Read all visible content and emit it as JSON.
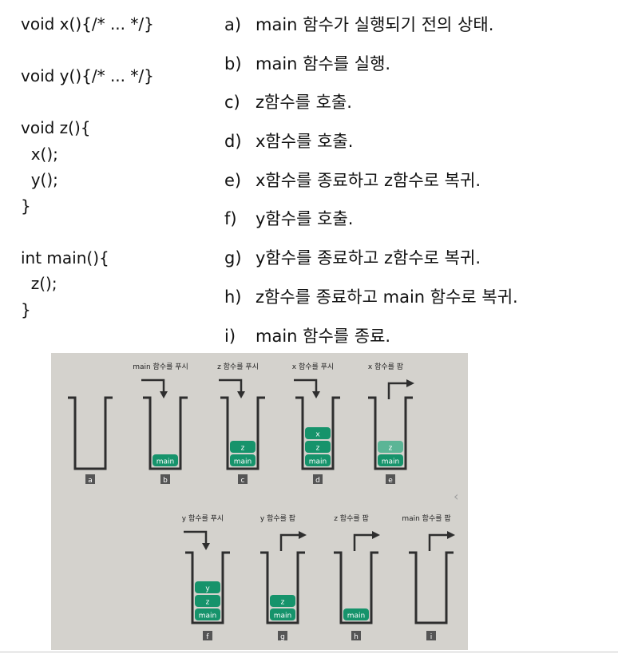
{
  "code": {
    "lines": [
      "void x(){/* ... */}",
      "",
      "void y(){/* ... */}",
      "",
      "void z(){",
      "  x();",
      "  y();",
      "}",
      "",
      "int main(){",
      "  z();",
      "}"
    ]
  },
  "steps": [
    {
      "letter": "a)",
      "text": "main 함수가 실행되기 전의 상태."
    },
    {
      "letter": "b)",
      "text": "main 함수를 실행."
    },
    {
      "letter": "c)",
      "text": "z함수를 호출."
    },
    {
      "letter": "d)",
      "text": "x함수를 호출."
    },
    {
      "letter": "e)",
      "text": "x함수를 종료하고 z함수로 복귀."
    },
    {
      "letter": "f)",
      "text": "y함수를 호출."
    },
    {
      "letter": "g)",
      "text": "y함수를 종료하고 z함수로 복귀."
    },
    {
      "letter": "h)",
      "text": "z함수를 종료하고 main 함수로 복귀."
    },
    {
      "letter": "i)",
      "text": "main 함수를 종료."
    }
  ],
  "diagram": {
    "colors": {
      "frame": "#2e2e2e",
      "block": "#16936b",
      "block_faded": "#5bb596",
      "tag_bg": "#555555",
      "background": "#d4d2cd"
    },
    "stacks": [
      {
        "tag": "a",
        "caption": "",
        "action": "none",
        "blocks": []
      },
      {
        "tag": "b",
        "caption": "main 함수를 푸시",
        "action": "push",
        "blocks": [
          "main"
        ]
      },
      {
        "tag": "c",
        "caption": "z 함수를 푸시",
        "action": "push",
        "blocks": [
          "main",
          "z"
        ]
      },
      {
        "tag": "d",
        "caption": "x 함수를 푸시",
        "action": "push",
        "blocks": [
          "main",
          "z",
          "x"
        ]
      },
      {
        "tag": "e",
        "caption": "x 함수를 팝",
        "action": "pop",
        "blocks": [
          "main",
          "z"
        ]
      },
      {
        "tag": "f",
        "caption": "y 함수를 푸시",
        "action": "push",
        "blocks": [
          "main",
          "z",
          "y"
        ]
      },
      {
        "tag": "g",
        "caption": "y 함수를 팝",
        "action": "pop",
        "blocks": [
          "main",
          "z"
        ]
      },
      {
        "tag": "h",
        "caption": "z 함수를 팝",
        "action": "pop",
        "blocks": [
          "main"
        ]
      },
      {
        "tag": "i",
        "caption": "main 함수를 팝",
        "action": "pop",
        "blocks": []
      }
    ]
  }
}
